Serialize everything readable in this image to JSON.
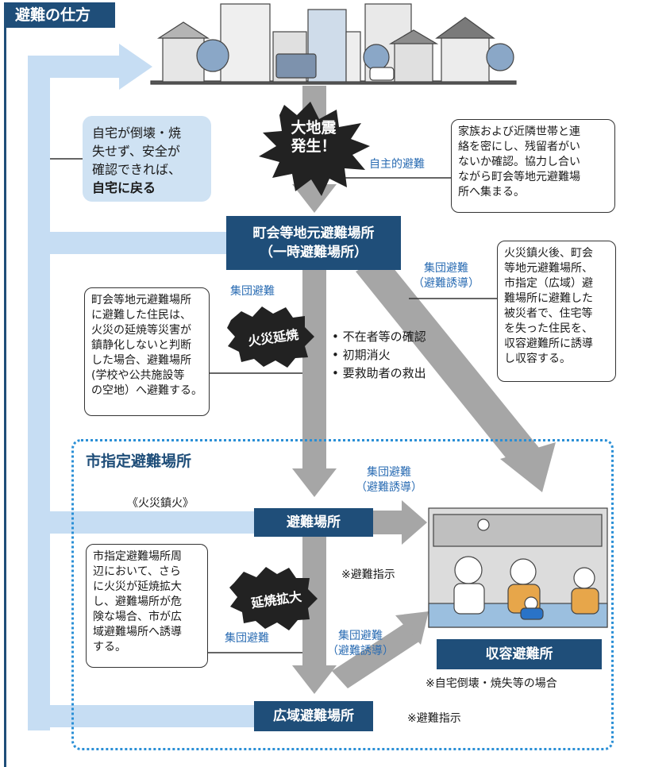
{
  "title": "避難の仕方",
  "burst": {
    "line1": "大地震",
    "line2": "発生！"
  },
  "stamps": {
    "fire_spread": "火災延焼",
    "spread_expand": "延焼拡大"
  },
  "boxes": {
    "local_shelter_line1": "町会等地元避難場所",
    "local_shelter_line2": "（一時避難場所）",
    "evac_site": "避難場所",
    "wide_area": "広域避難場所",
    "accommodation": "収容避難所"
  },
  "return_note": {
    "lines": [
      "自宅が倒壊・焼",
      "失せず、安全が",
      "確認できれば、"
    ],
    "bold": "自宅に戻る"
  },
  "note_voluntary": {
    "lines": [
      "家族および近隣世帯と連",
      "絡を密にし、残留者がい",
      "ないか確認。協力し合い",
      "ながら町会等地元避難場",
      "所へ集まる。"
    ]
  },
  "note_fire_spread": {
    "lines": [
      "町会等地元避難場所",
      "に避難した住民は、",
      "火災の延焼等災害が",
      "鎮静化しないと判断",
      "した場合、避難場所",
      "(学校や公共施設等",
      "の空地）へ避難する。"
    ]
  },
  "note_after_fire": {
    "lines": [
      "火災鎮火後、町会",
      "等地元避難場所、",
      "市指定（広域）避",
      "難場所に避難した",
      "被災者で、住宅等",
      "を失った住民を、",
      "収容避難所に誘導",
      "し収容する。"
    ]
  },
  "note_expand": {
    "lines": [
      "市指定避難場所周",
      "辺において、さら",
      "に火災が延焼拡大",
      "し、避難場所が危",
      "険な場合、市が広",
      "域避難場所へ誘導",
      "する。"
    ]
  },
  "labels": {
    "voluntary": "自主的避難",
    "group1": "集団避難",
    "group_guided1_a": "集団避難",
    "group_guided1_b": "（避難誘導）",
    "group_guided2_a": "集団避難",
    "group_guided2_b": "（避難誘導）",
    "group_guided3_a": "集団避難",
    "group_guided3_b": "（避難誘導）",
    "group2": "集団避難",
    "fire_out": "《火災鎮火》",
    "instruction1": "※避難指示",
    "instruction2": "※避難指示",
    "collapse_case": "※自宅倒壊・焼失等の場合"
  },
  "checklist": [
    "不在者等の確認",
    "初期消火",
    "要救助者の救出"
  ],
  "zone_title": "市指定避難場所",
  "colors": {
    "navy": "#1f4e79",
    "light_blue": "#c9dff3",
    "gray_arrow": "#a6a6a6",
    "label_blue": "#2a6cb3",
    "dotted": "#2a8fd6"
  }
}
